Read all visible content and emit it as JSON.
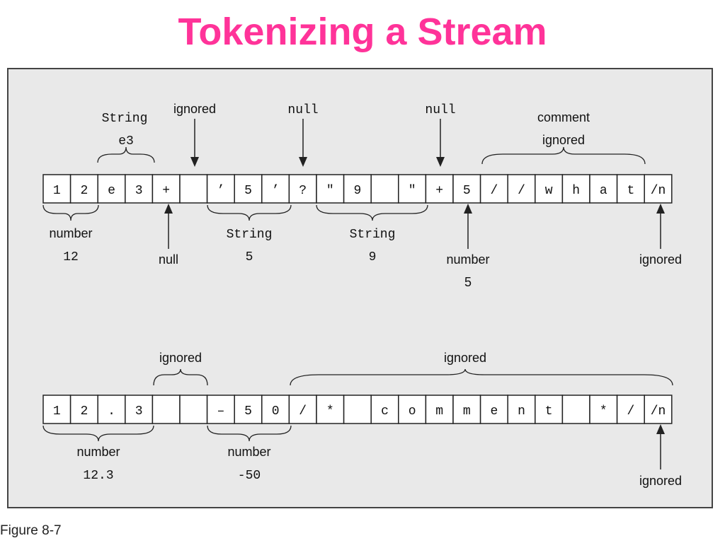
{
  "title": "Tokenizing a Stream",
  "caption": "Figure 8-7",
  "row1": {
    "cells": [
      "1",
      "2",
      "e",
      "3",
      "+",
      " ",
      "’",
      "5",
      "’",
      "?",
      "\"",
      "9",
      " ",
      "\"",
      "+",
      "5",
      "/",
      "/",
      "w",
      "h",
      "a",
      "t",
      "/n"
    ],
    "annotations": {
      "string_e3_type": "String",
      "string_e3_value": "e3",
      "ignored_space": "ignored",
      "null_q": "null",
      "null_plus": "null",
      "comment_top": "comment",
      "comment_ignored": "ignored",
      "number_12_type": "number",
      "number_12_value": "12",
      "null_plus_bottom": "null",
      "string_5_type": "String",
      "string_5_value": "5",
      "string_9_type": "String",
      "string_9_value": "9",
      "number_5_type": "number",
      "number_5_value": "5",
      "newline_ignored": "ignored"
    }
  },
  "row2": {
    "cells": [
      "1",
      "2",
      ".",
      "3",
      " ",
      " ",
      "–",
      "5",
      "0",
      "/",
      "*",
      " ",
      "c",
      "o",
      "m",
      "m",
      "e",
      "n",
      "t",
      " ",
      "*",
      "/",
      "/n"
    ],
    "annotations": {
      "ignored_spaces": "ignored",
      "ignored_comment": "ignored",
      "number_123_type": "number",
      "number_123_value": "12.3",
      "number_m50_type": "number",
      "number_m50_value": "-50",
      "newline_ignored": "ignored"
    }
  }
}
